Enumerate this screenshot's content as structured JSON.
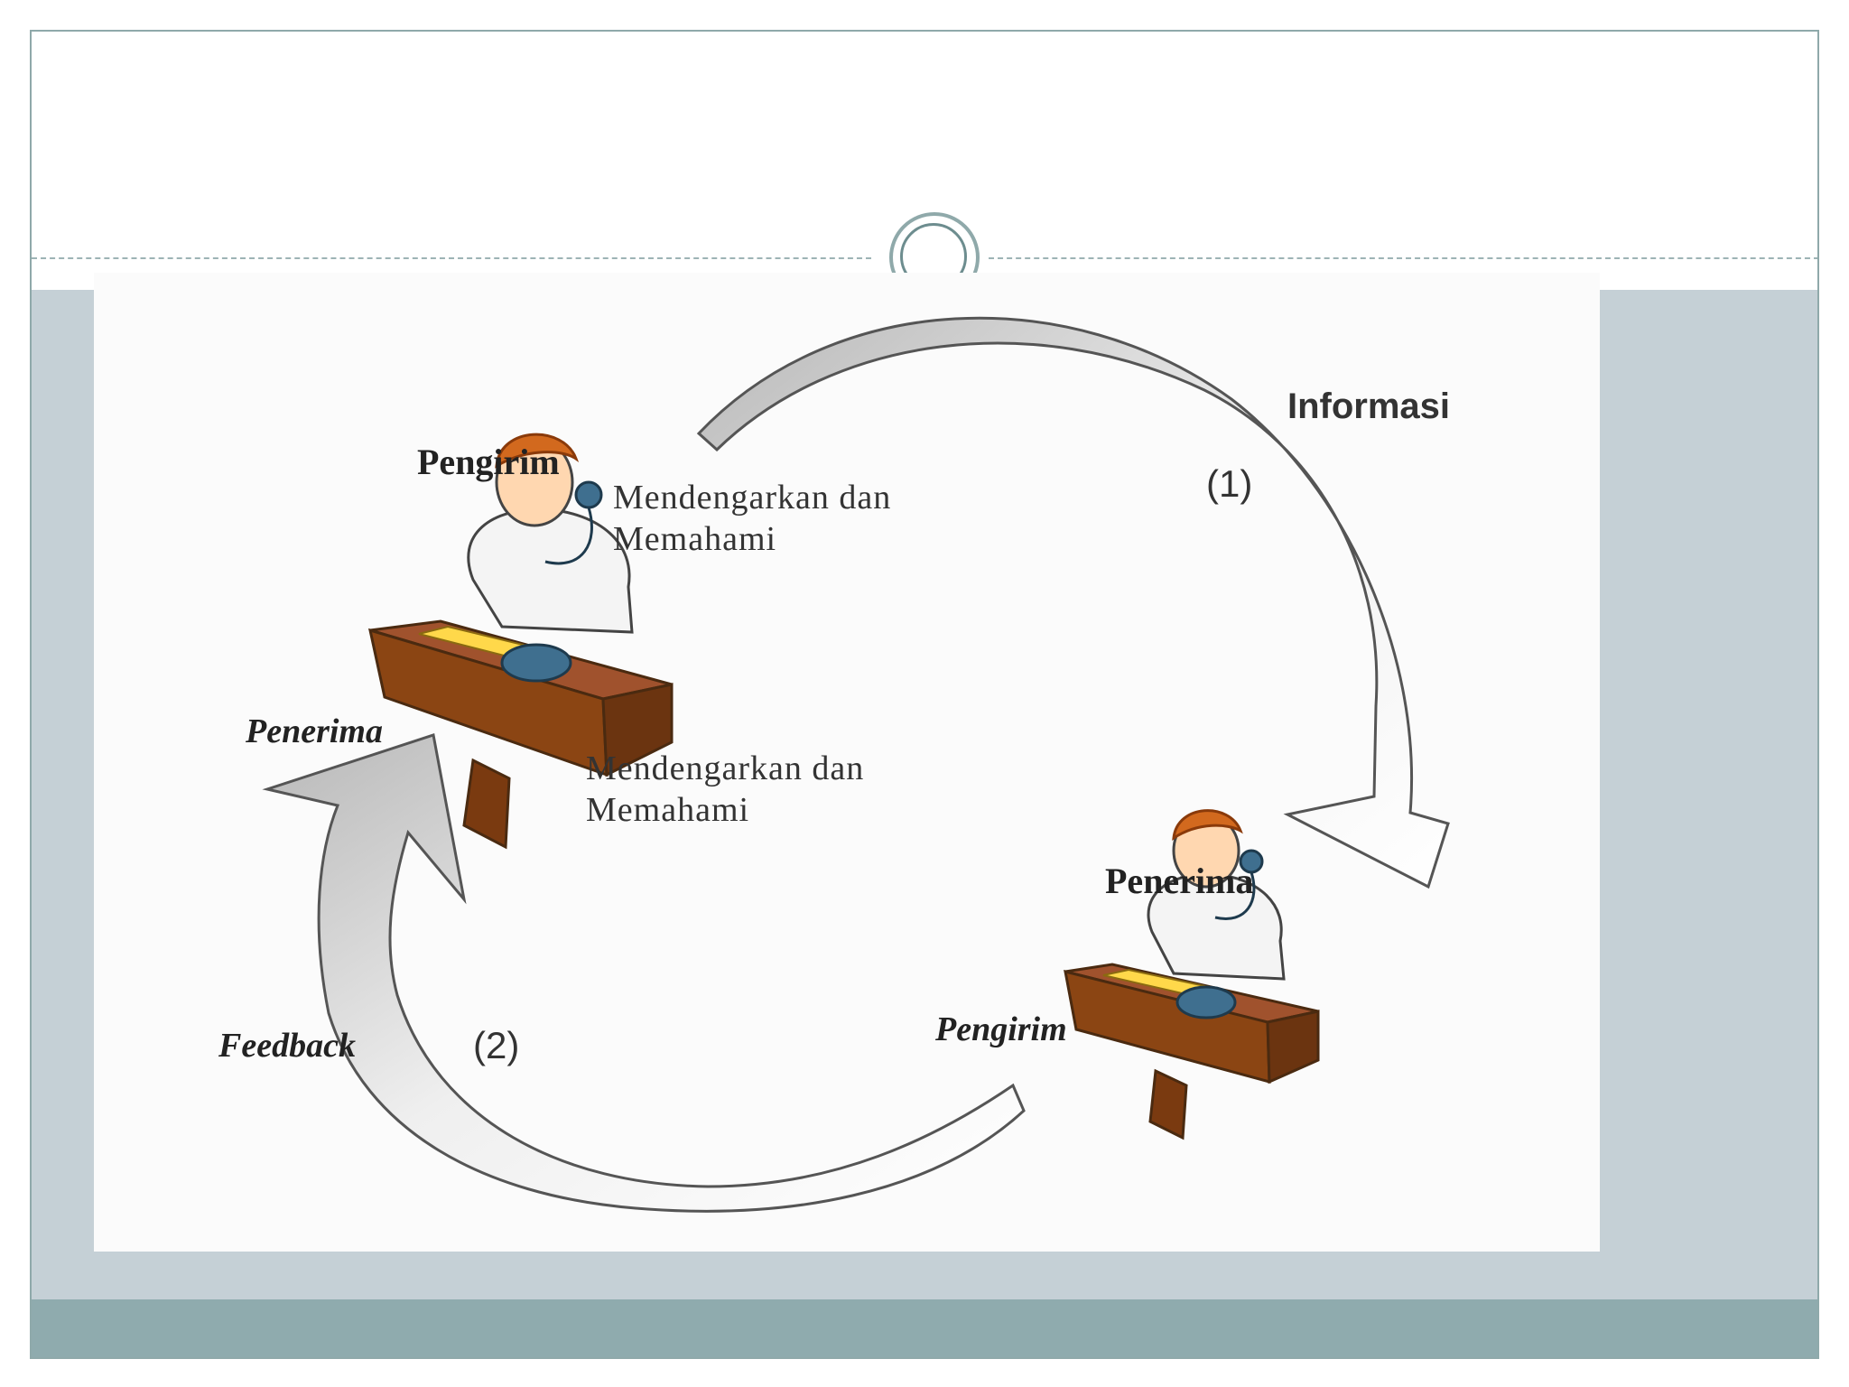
{
  "diagram": {
    "label_informasi": "Informasi",
    "label_step1": "(1)",
    "label_step2": "(2)",
    "label_feedback": "Feedback",
    "top_person": {
      "label_top": "Pengirim",
      "label_bottom": "Penerima"
    },
    "bottom_person": {
      "label_right": "Penerima",
      "label_bottom": "Pengirim"
    },
    "desc_top": {
      "line1": "Mendengarkan dan",
      "line2": "Memahami"
    },
    "desc_middle": {
      "line1": "Mendengarkan dan",
      "line2": "Memahami"
    }
  },
  "colors": {
    "band": "#c5d0d6",
    "footer": "#8fabae",
    "frame": "#8fa9aa",
    "desk": "#8b4513",
    "hair": "#d2691e",
    "paper": "#ffd84a",
    "phone": "#3f6f8f"
  }
}
